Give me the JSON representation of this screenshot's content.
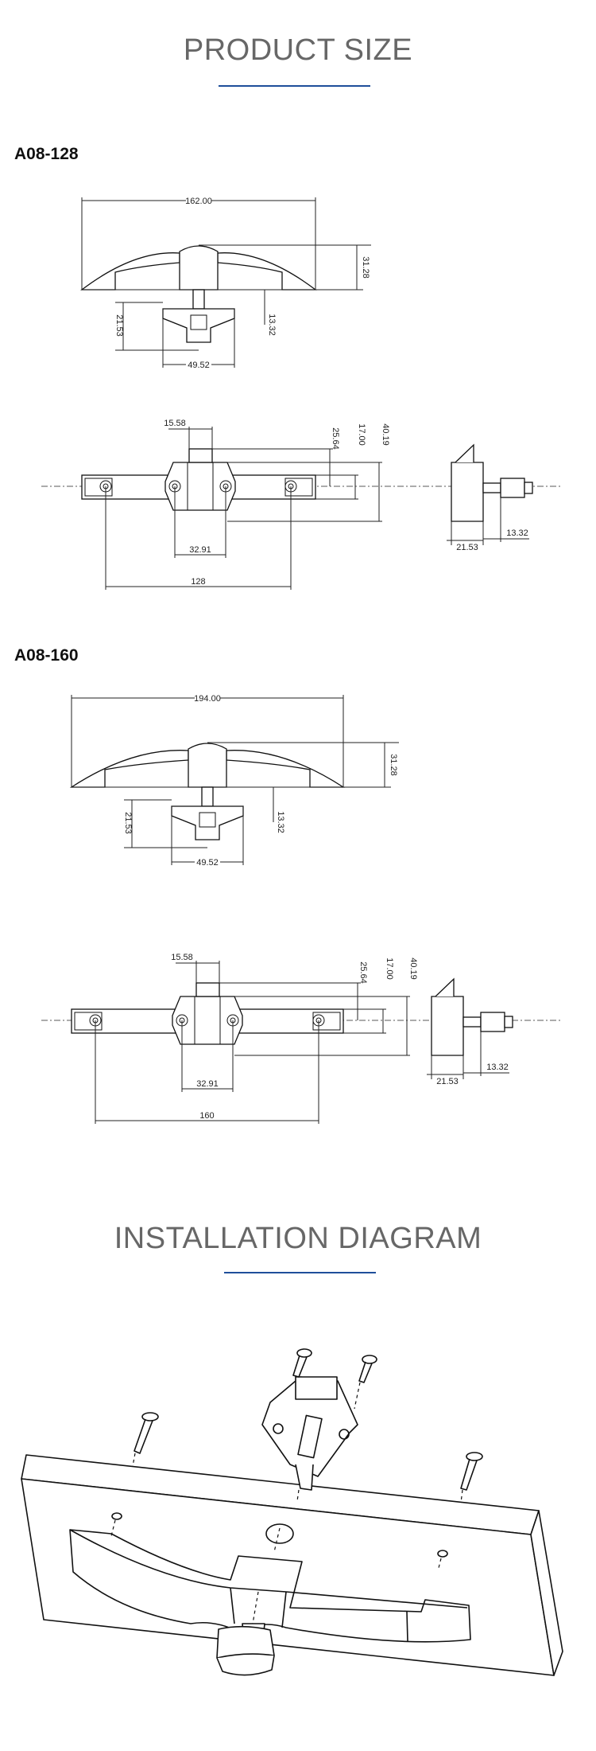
{
  "product_size": {
    "title": "PRODUCT SIZE",
    "models": [
      {
        "name": "A08-128",
        "front": {
          "width": "162.00",
          "height": "31.28",
          "base_depth": "21.53",
          "stem": "13.32",
          "base_width": "49.52"
        },
        "top": {
          "bolt": "15.58",
          "d1": "25.64",
          "d2": "17.00",
          "d3": "40.19",
          "body": "32.91",
          "hole_spacing": "128"
        },
        "side": {
          "depth": "21.53",
          "pin": "13.32"
        }
      },
      {
        "name": "A08-160",
        "front": {
          "width": "194.00",
          "height": "31.28",
          "base_depth": "21.53",
          "stem": "13.32",
          "base_width": "49.52"
        },
        "top": {
          "bolt": "15.58",
          "d1": "25.64",
          "d2": "17.00",
          "d3": "40.19",
          "body": "32.91",
          "hole_spacing": "160"
        },
        "side": {
          "depth": "21.53",
          "pin": "13.32"
        }
      }
    ]
  },
  "installation": {
    "title": "INSTALLATION DIAGRAM"
  },
  "colors": {
    "accent": "#1f4e9a",
    "title": "#676767"
  }
}
